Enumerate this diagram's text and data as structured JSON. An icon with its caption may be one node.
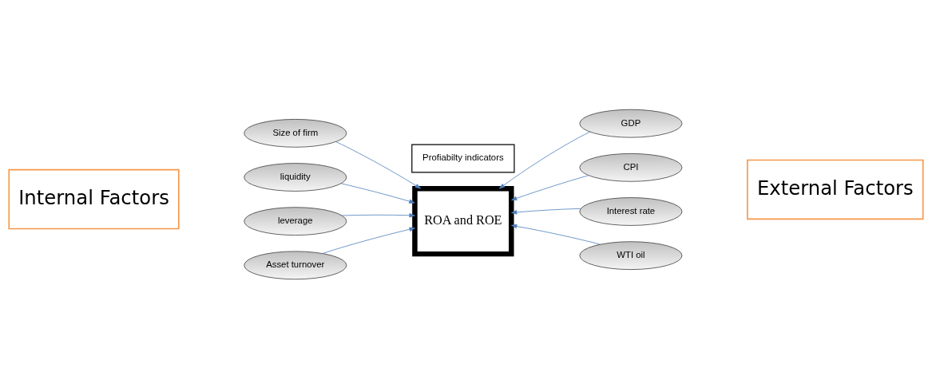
{
  "diagram": {
    "nodes": [
      {
        "text": [
          "Internal Factors"
        ]
      },
      {
        "text": [
          "Size of firm"
        ]
      },
      {
        "text": [
          "liquidity"
        ]
      },
      {
        "text": [
          "leverage"
        ]
      },
      {
        "text": [
          "Asset turnover"
        ]
      },
      {
        "text": [
          "Profiabilty indicators"
        ]
      },
      {
        "text": [
          "ROA and ROE"
        ]
      },
      {
        "text": [
          "GDP"
        ]
      },
      {
        "text": [
          "CPI"
        ]
      },
      {
        "text": [
          "Interest rate"
        ]
      },
      {
        "text": [
          "WTI oil"
        ]
      },
      {
        "text": [
          "External Factors"
        ]
      }
    ],
    "edges": [
      {
        "from": 1,
        "to": 6,
        "arrow": "to"
      },
      {
        "from": 2,
        "to": 6,
        "arrow": "to"
      },
      {
        "from": 3,
        "to": 6,
        "arrow": "to"
      },
      {
        "from": 4,
        "to": 6,
        "arrow": "to"
      },
      {
        "from": 7,
        "to": 6,
        "arrow": "to"
      },
      {
        "from": 8,
        "to": 6,
        "arrow": "to"
      },
      {
        "from": 9,
        "to": 6,
        "arrow": "to"
      },
      {
        "from": 10,
        "to": 6,
        "arrow": "to"
      }
    ]
  }
}
